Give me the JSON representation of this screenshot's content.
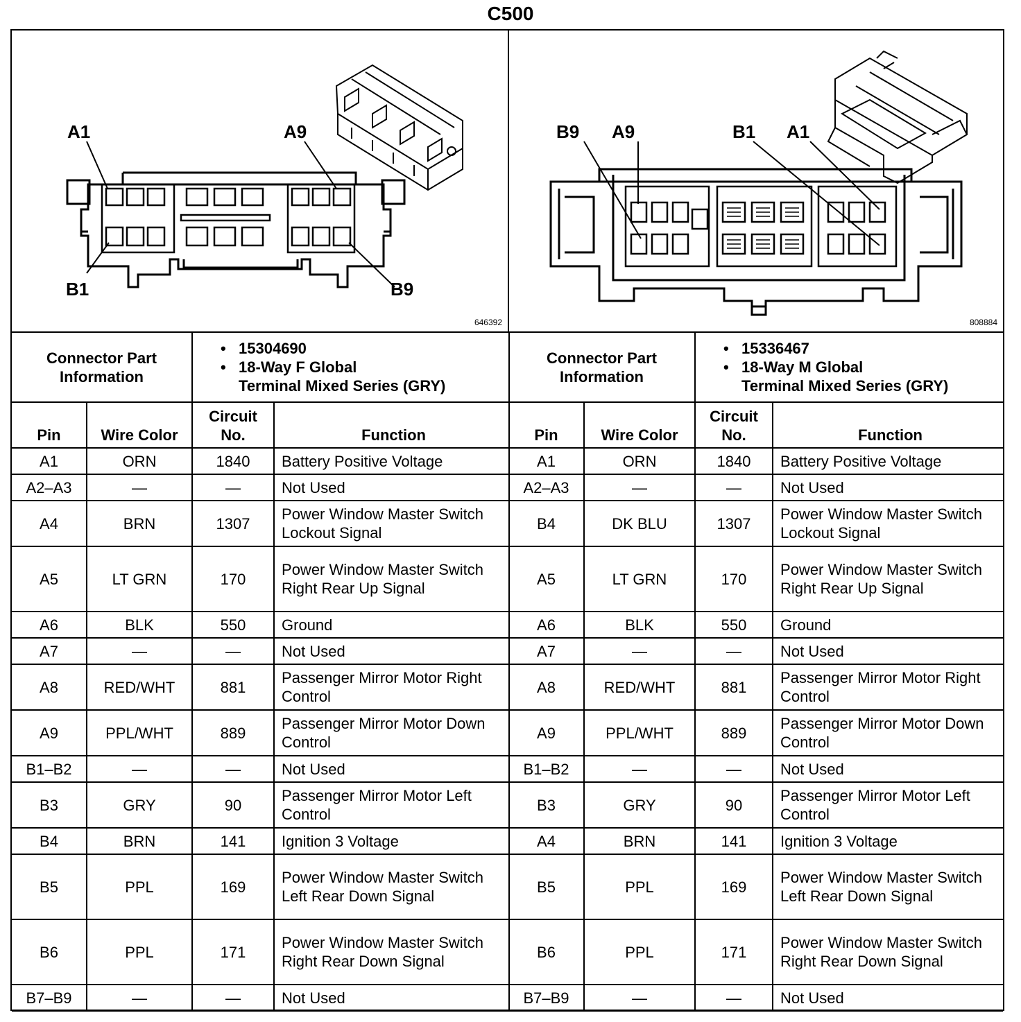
{
  "title": "C500",
  "left": {
    "figure_id": "646392",
    "labels": {
      "a1": "A1",
      "a9": "A9",
      "b1": "B1",
      "b9": "B9"
    },
    "info_label": "Connector Part Information",
    "part_number": "15304690",
    "description_line1": "18-Way F Global",
    "description_line2": "Terminal Mixed Series (GRY)",
    "headers": {
      "pin": "Pin",
      "wire_color": "Wire Color",
      "circuit": "Circuit No.",
      "function": "Function"
    },
    "rows": [
      {
        "pin": "A1",
        "color": "ORN",
        "circuit": "1840",
        "function": "Battery Positive Voltage"
      },
      {
        "pin": "A2–A3",
        "color": "—",
        "circuit": "—",
        "function": "Not Used"
      },
      {
        "pin": "A4",
        "color": "BRN",
        "circuit": "1307",
        "function": "Power Window Master Switch Lockout Signal"
      },
      {
        "pin": "A5",
        "color": "LT GRN",
        "circuit": "170",
        "function": "Power Window Master Switch Right Rear Up Signal"
      },
      {
        "pin": "A6",
        "color": "BLK",
        "circuit": "550",
        "function": "Ground"
      },
      {
        "pin": "A7",
        "color": "—",
        "circuit": "—",
        "function": "Not Used"
      },
      {
        "pin": "A8",
        "color": "RED/WHT",
        "circuit": "881",
        "function": "Passenger Mirror Motor Right Control"
      },
      {
        "pin": "A9",
        "color": "PPL/WHT",
        "circuit": "889",
        "function": "Passenger Mirror Motor Down Control"
      },
      {
        "pin": "B1–B2",
        "color": "—",
        "circuit": "—",
        "function": "Not Used"
      },
      {
        "pin": "B3",
        "color": "GRY",
        "circuit": "90",
        "function": "Passenger Mirror Motor Left Control"
      },
      {
        "pin": "B4",
        "color": "BRN",
        "circuit": "141",
        "function": "Ignition 3 Voltage"
      },
      {
        "pin": "B5",
        "color": "PPL",
        "circuit": "169",
        "function": "Power Window Master Switch Left Rear Down Signal"
      },
      {
        "pin": "B6",
        "color": "PPL",
        "circuit": "171",
        "function": "Power Window Master Switch Right Rear Down Signal"
      },
      {
        "pin": "B7–B9",
        "color": "—",
        "circuit": "—",
        "function": "Not Used"
      }
    ]
  },
  "right": {
    "figure_id": "808884",
    "labels": {
      "b9": "B9",
      "a9": "A9",
      "b1": "B1",
      "a1": "A1"
    },
    "info_label": "Connector Part Information",
    "part_number": "15336467",
    "description_line1": "18-Way M Global",
    "description_line2": "Terminal Mixed Series (GRY)",
    "headers": {
      "pin": "Pin",
      "wire_color": "Wire Color",
      "circuit": "Circuit No.",
      "function": "Function"
    },
    "rows": [
      {
        "pin": "A1",
        "color": "ORN",
        "circuit": "1840",
        "function": "Battery Positive Voltage"
      },
      {
        "pin": "A2–A3",
        "color": "—",
        "circuit": "—",
        "function": "Not Used"
      },
      {
        "pin": "B4",
        "color": "DK BLU",
        "circuit": "1307",
        "function": "Power Window Master Switch Lockout Signal"
      },
      {
        "pin": "A5",
        "color": "LT GRN",
        "circuit": "170",
        "function": "Power Window Master Switch Right Rear Up Signal"
      },
      {
        "pin": "A6",
        "color": "BLK",
        "circuit": "550",
        "function": "Ground"
      },
      {
        "pin": "A7",
        "color": "—",
        "circuit": "—",
        "function": "Not Used"
      },
      {
        "pin": "A8",
        "color": "RED/WHT",
        "circuit": "881",
        "function": "Passenger Mirror Motor Right Control"
      },
      {
        "pin": "A9",
        "color": "PPL/WHT",
        "circuit": "889",
        "function": "Passenger Mirror Motor Down Control"
      },
      {
        "pin": "B1–B2",
        "color": "—",
        "circuit": "—",
        "function": "Not Used"
      },
      {
        "pin": "B3",
        "color": "GRY",
        "circuit": "90",
        "function": "Passenger Mirror Motor Left Control"
      },
      {
        "pin": "A4",
        "color": "BRN",
        "circuit": "141",
        "function": "Ignition 3 Voltage"
      },
      {
        "pin": "B5",
        "color": "PPL",
        "circuit": "169",
        "function": "Power Window Master Switch Left Rear Down Signal"
      },
      {
        "pin": "B6",
        "color": "PPL",
        "circuit": "171",
        "function": "Power Window Master Switch Right Rear Down Signal"
      },
      {
        "pin": "B7–B9",
        "color": "—",
        "circuit": "—",
        "function": "Not Used"
      }
    ]
  }
}
